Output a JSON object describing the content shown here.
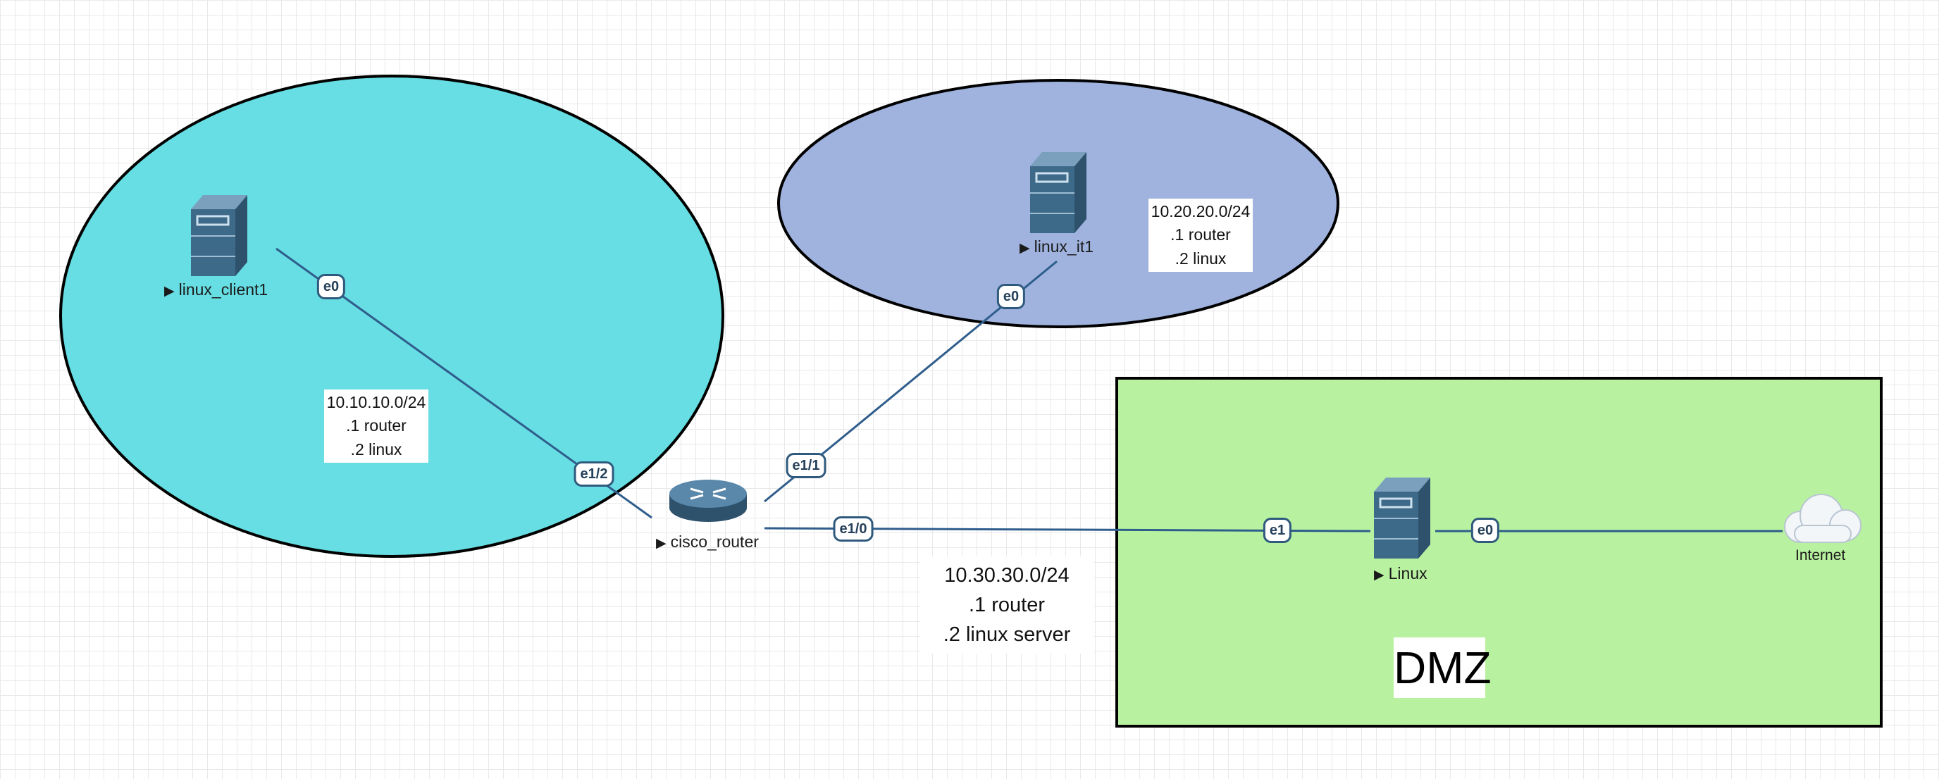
{
  "zones": {
    "client_net": {
      "color": "#67dee3"
    },
    "it_net": {
      "color": "#9fb3de"
    },
    "dmz": {
      "color": "#b8f2a0",
      "title": "DMZ"
    }
  },
  "nodes": {
    "linux_client1": {
      "label": "linux_client1",
      "icon": "server-icon"
    },
    "linux_it1": {
      "label": "linux_it1",
      "icon": "server-icon"
    },
    "cisco_router": {
      "label": "cisco_router",
      "icon": "router-icon"
    },
    "linux_dmz": {
      "label": "Linux",
      "icon": "server-icon"
    },
    "internet": {
      "label": "Internet",
      "icon": "cloud-icon"
    }
  },
  "interfaces": {
    "client_e0": "e0",
    "router_e1_2": "e1/2",
    "it_e0": "e0",
    "router_e1_1": "e1/1",
    "router_e1_0": "e1/0",
    "dmz_e1": "e1",
    "dmz_e0": "e0"
  },
  "subnets": {
    "client": {
      "network": "10.10.10.0/24",
      "router": ".1 router",
      "host": ".2 linux"
    },
    "it": {
      "network": "10.20.20.0/24",
      "router": ".1 router",
      "host": ".2 linux"
    },
    "dmz": {
      "network": "10.30.30.0/24",
      "router": ".1 router",
      "host": ".2 linux server"
    }
  },
  "colors": {
    "link": "#2f5d8c",
    "device": "#3e6a8a"
  }
}
